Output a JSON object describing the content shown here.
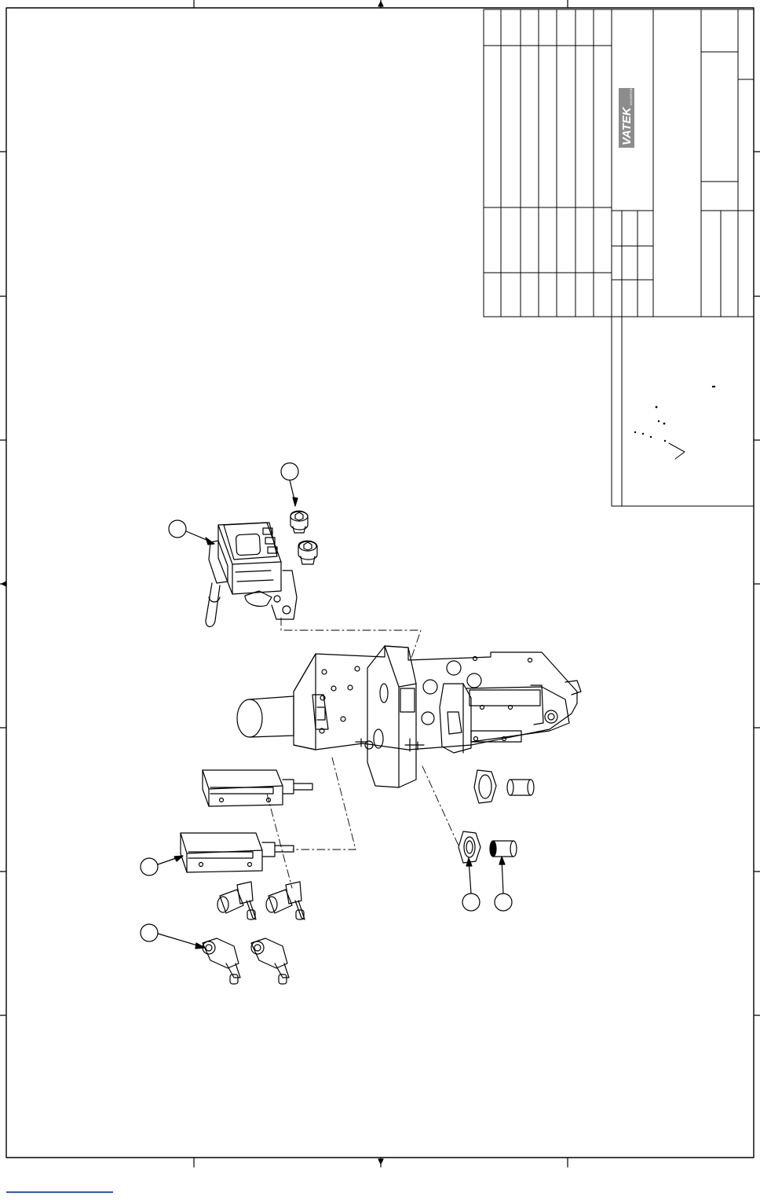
{
  "drawing": {
    "type": "exploded assembly drawing",
    "logo": {
      "text": "VATEK",
      "subtext": "INCORPORATED",
      "color": "#8c8c8c"
    },
    "balloon_count": 6,
    "title_block_text": []
  },
  "colors": {
    "line": "#000000",
    "paper": "#ffffff",
    "link": "#3b55c8"
  }
}
